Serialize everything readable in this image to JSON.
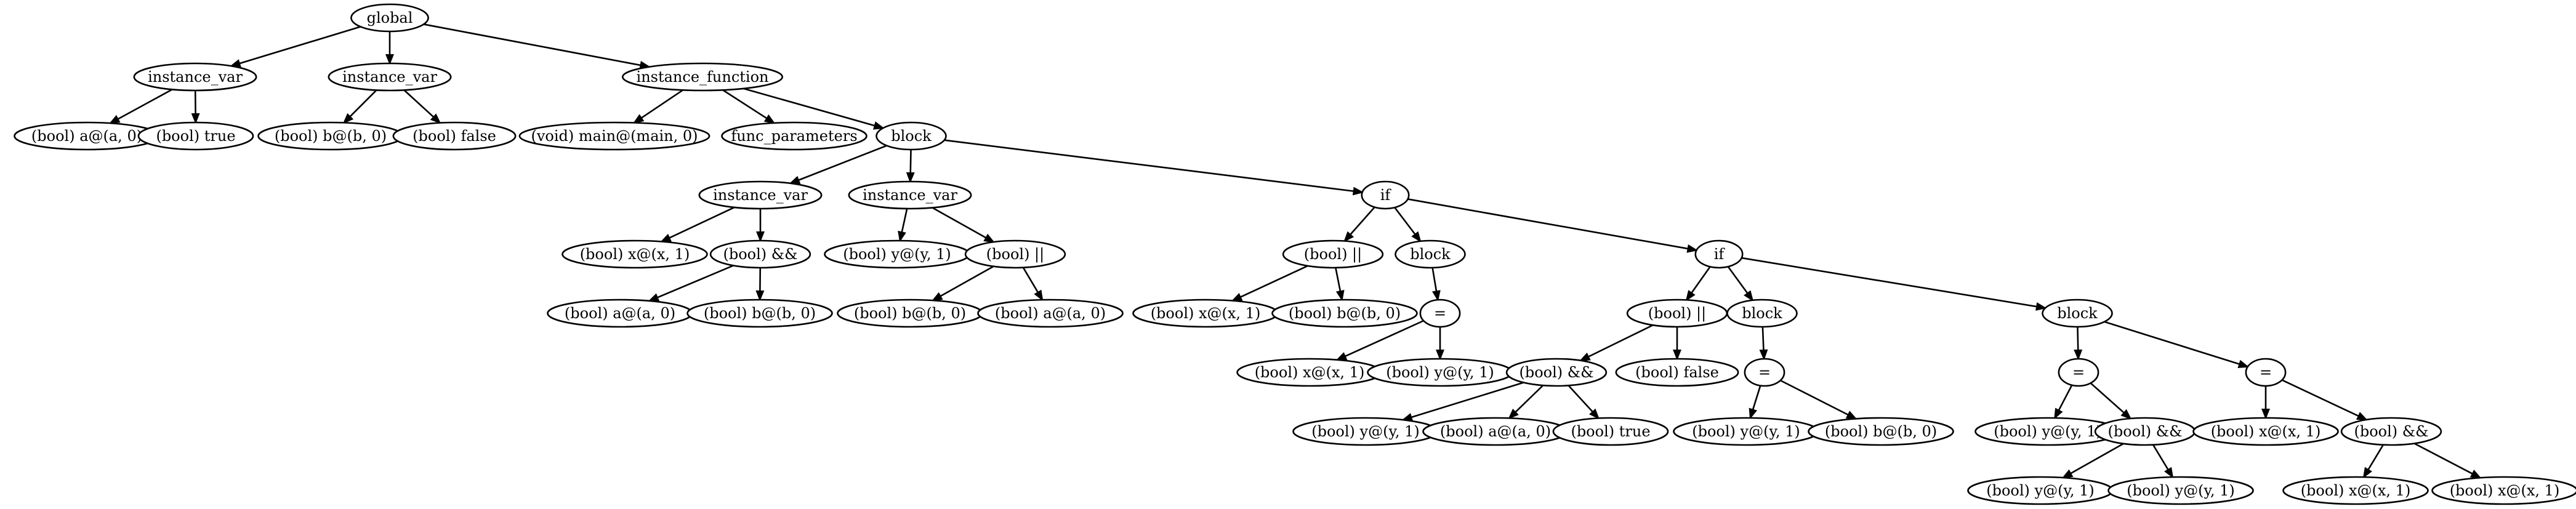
{
  "nodes": [
    {
      "id": "n0",
      "label": "global"
    },
    {
      "id": "n1",
      "label": "instance_var"
    },
    {
      "id": "n2",
      "label": "(bool) a@(a, 0)"
    },
    {
      "id": "n3",
      "label": "(bool) true"
    },
    {
      "id": "n4",
      "label": "instance_var"
    },
    {
      "id": "n5",
      "label": "(bool) b@(b, 0)"
    },
    {
      "id": "n6",
      "label": "(bool) false"
    },
    {
      "id": "n7",
      "label": "instance_function"
    },
    {
      "id": "n8",
      "label": "(void) main@(main, 0)"
    },
    {
      "id": "n9",
      "label": "func_parameters"
    },
    {
      "id": "n10",
      "label": "block"
    },
    {
      "id": "n11",
      "label": "instance_var"
    },
    {
      "id": "n12",
      "label": "(bool) x@(x, 1)"
    },
    {
      "id": "n13",
      "label": "(bool) &&"
    },
    {
      "id": "n14",
      "label": "(bool) a@(a, 0)"
    },
    {
      "id": "n15",
      "label": "(bool) b@(b, 0)"
    },
    {
      "id": "n16",
      "label": "instance_var"
    },
    {
      "id": "n17",
      "label": "(bool) y@(y, 1)"
    },
    {
      "id": "n18",
      "label": "(bool) ||"
    },
    {
      "id": "n19",
      "label": "(bool) b@(b, 0)"
    },
    {
      "id": "n20",
      "label": "(bool) a@(a, 0)"
    },
    {
      "id": "n21",
      "label": "if"
    },
    {
      "id": "n22",
      "label": "(bool) ||"
    },
    {
      "id": "n23",
      "label": "(bool) x@(x, 1)"
    },
    {
      "id": "n24",
      "label": "(bool) b@(b, 0)"
    },
    {
      "id": "n25",
      "label": "block"
    },
    {
      "id": "n26",
      "label": "="
    },
    {
      "id": "n27",
      "label": "(bool) x@(x, 1)"
    },
    {
      "id": "n28",
      "label": "(bool) y@(y, 1)"
    },
    {
      "id": "n29",
      "label": "if"
    },
    {
      "id": "n30",
      "label": "(bool) ||"
    },
    {
      "id": "n31",
      "label": "(bool) &&"
    },
    {
      "id": "n32",
      "label": "(bool) y@(y, 1)"
    },
    {
      "id": "n33",
      "label": "(bool) a@(a, 0)"
    },
    {
      "id": "n34",
      "label": "(bool) true"
    },
    {
      "id": "n35",
      "label": "(bool) false"
    },
    {
      "id": "n36",
      "label": "block"
    },
    {
      "id": "n37",
      "label": "="
    },
    {
      "id": "n38",
      "label": "(bool) y@(y, 1)"
    },
    {
      "id": "n39",
      "label": "(bool) b@(b, 0)"
    },
    {
      "id": "n40",
      "label": "block"
    },
    {
      "id": "n41",
      "label": "="
    },
    {
      "id": "n42",
      "label": "(bool) y@(y, 1)"
    },
    {
      "id": "n43",
      "label": "(bool) &&"
    },
    {
      "id": "n44",
      "label": "(bool) y@(y, 1)"
    },
    {
      "id": "n45",
      "label": "(bool) y@(y, 1)"
    },
    {
      "id": "n46",
      "label": "="
    },
    {
      "id": "n47",
      "label": "(bool) x@(x, 1)"
    },
    {
      "id": "n48",
      "label": "(bool) &&"
    },
    {
      "id": "n49",
      "label": "(bool) x@(x, 1)"
    },
    {
      "id": "n50",
      "label": "(bool) x@(x, 1)"
    }
  ],
  "edges": [
    [
      "n0",
      "n1"
    ],
    [
      "n0",
      "n4"
    ],
    [
      "n0",
      "n7"
    ],
    [
      "n1",
      "n2"
    ],
    [
      "n1",
      "n3"
    ],
    [
      "n4",
      "n5"
    ],
    [
      "n4",
      "n6"
    ],
    [
      "n7",
      "n8"
    ],
    [
      "n7",
      "n9"
    ],
    [
      "n7",
      "n10"
    ],
    [
      "n10",
      "n11"
    ],
    [
      "n10",
      "n16"
    ],
    [
      "n10",
      "n21"
    ],
    [
      "n11",
      "n12"
    ],
    [
      "n11",
      "n13"
    ],
    [
      "n13",
      "n14"
    ],
    [
      "n13",
      "n15"
    ],
    [
      "n16",
      "n17"
    ],
    [
      "n16",
      "n18"
    ],
    [
      "n18",
      "n19"
    ],
    [
      "n18",
      "n20"
    ],
    [
      "n21",
      "n22"
    ],
    [
      "n21",
      "n25"
    ],
    [
      "n21",
      "n29"
    ],
    [
      "n22",
      "n23"
    ],
    [
      "n22",
      "n24"
    ],
    [
      "n25",
      "n26"
    ],
    [
      "n26",
      "n27"
    ],
    [
      "n26",
      "n28"
    ],
    [
      "n29",
      "n30"
    ],
    [
      "n29",
      "n36"
    ],
    [
      "n29",
      "n40"
    ],
    [
      "n30",
      "n31"
    ],
    [
      "n30",
      "n35"
    ],
    [
      "n31",
      "n32"
    ],
    [
      "n31",
      "n33"
    ],
    [
      "n31",
      "n34"
    ],
    [
      "n36",
      "n37"
    ],
    [
      "n37",
      "n38"
    ],
    [
      "n37",
      "n39"
    ],
    [
      "n40",
      "n41"
    ],
    [
      "n40",
      "n46"
    ],
    [
      "n41",
      "n42"
    ],
    [
      "n41",
      "n43"
    ],
    [
      "n43",
      "n44"
    ],
    [
      "n43",
      "n45"
    ],
    [
      "n46",
      "n47"
    ],
    [
      "n46",
      "n48"
    ],
    [
      "n48",
      "n49"
    ],
    [
      "n48",
      "n50"
    ]
  ]
}
